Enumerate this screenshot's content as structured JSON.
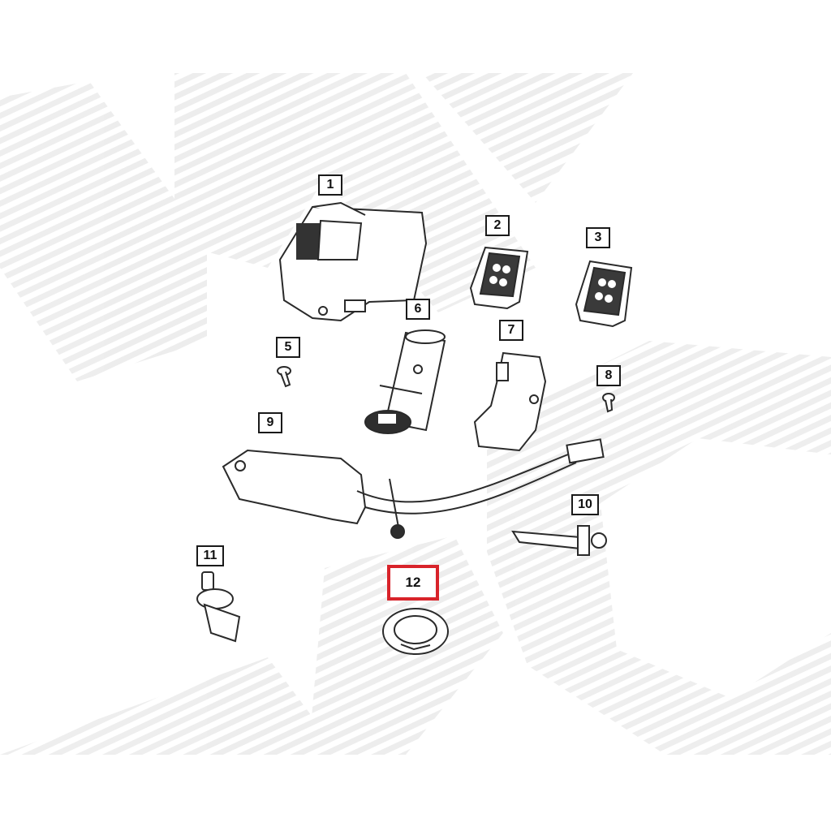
{
  "diagram": {
    "highlight_color": "#d8232a",
    "watermark_color": "#e9e9e9",
    "line_color": "#2a2a2a",
    "callouts": [
      "1",
      "2",
      "3",
      "5",
      "6",
      "7",
      "8",
      "9",
      "10",
      "11",
      "12"
    ],
    "highlighted_callout": "12"
  }
}
